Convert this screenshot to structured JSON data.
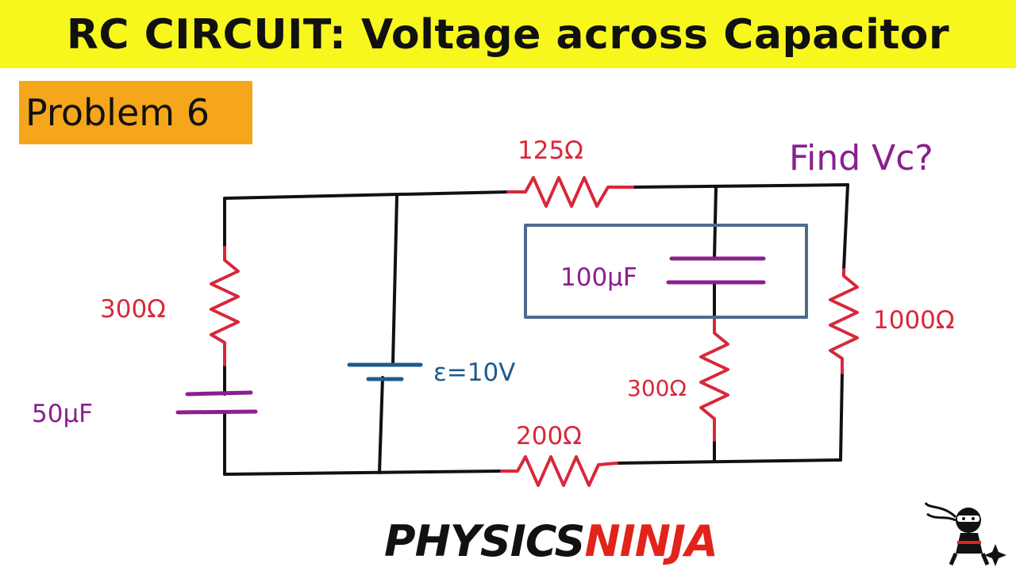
{
  "title": "RC CIRCUIT: Voltage across Capacitor",
  "problem": "Problem 6",
  "question": "Find Vc?",
  "components": {
    "r_top": "125Ω",
    "r_left": "300Ω",
    "c_left": "50μF",
    "battery": "ε=10V",
    "c_middle": "100μF",
    "r_middle": "300Ω",
    "r_bottom": "200Ω",
    "r_right": "1000Ω"
  },
  "brand": {
    "part1": "PHYSICS",
    "part2": "NINJA"
  },
  "colors": {
    "title_bar": "#f7f71e",
    "problem_box": "#f5a61b",
    "resistor": "#d8283a",
    "capacitor": "#8a1f8f",
    "battery": "#1f5a8c",
    "highlight_box": "#4d6b8f"
  },
  "icons": [
    "ninja-logo"
  ]
}
